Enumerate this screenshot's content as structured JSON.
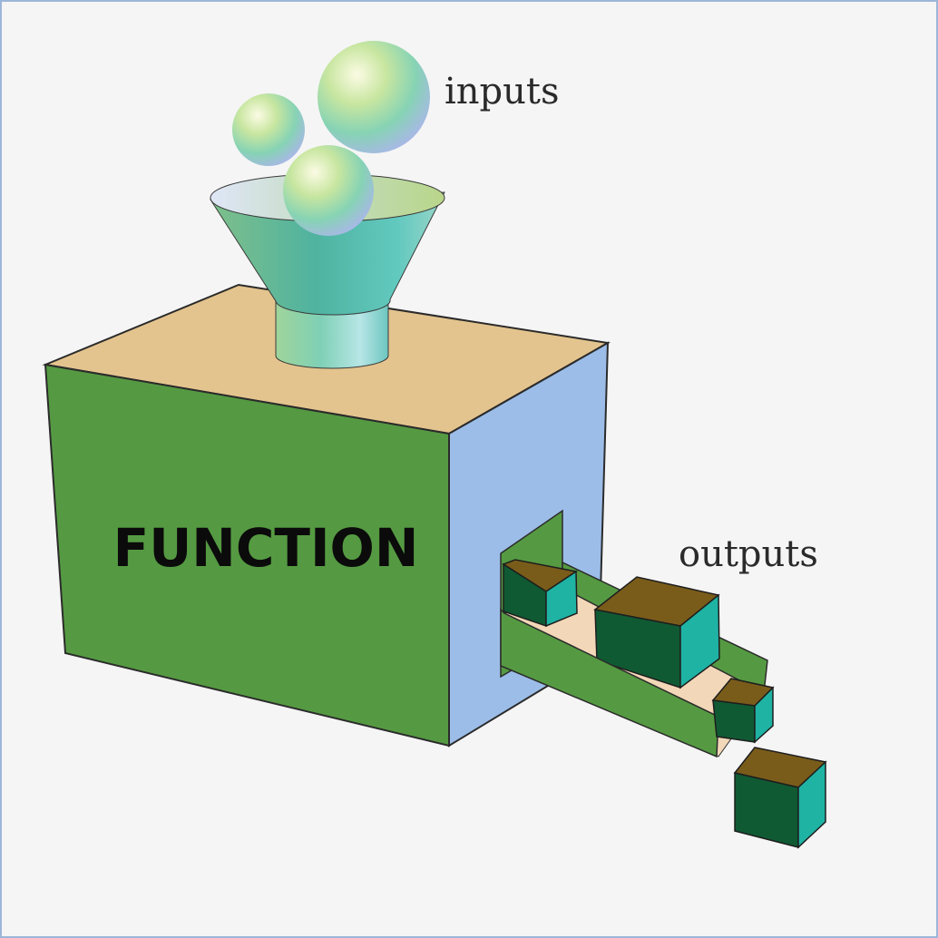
{
  "labels": {
    "inputs": "inputs",
    "outputs": "outputs",
    "function": "FUNCTION"
  },
  "colors": {
    "box_front": "#559a42",
    "box_top": "#e4c48e",
    "box_side": "#9cbde8",
    "cube_top": "#7a5c1a",
    "cube_front": "#0f5a33",
    "cube_side": "#1fb3a4",
    "chute": "#559a42",
    "chute_floor": "#f2d7b8"
  },
  "icons": [
    "funnel-icon",
    "sphere-icon",
    "cube-icon"
  ]
}
